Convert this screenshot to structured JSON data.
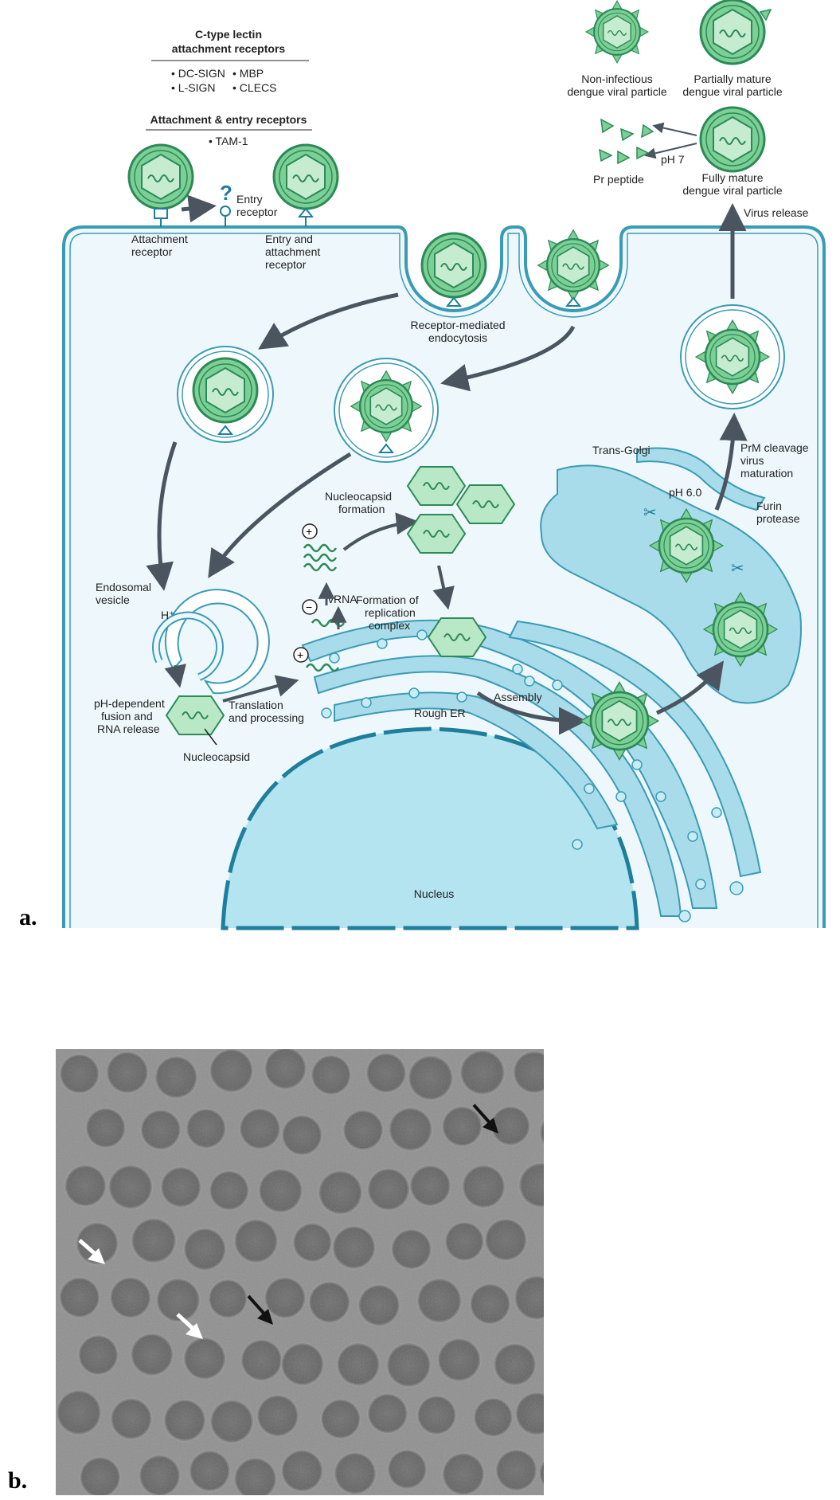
{
  "panel_a": {
    "letter": "a.",
    "header_lectin_title_1": "C-type lectin",
    "header_lectin_title_2": "attachment receptors",
    "lectin_items": [
      "• DC-SIGN",
      "• MBP",
      "• L-SIGN",
      "• CLECS"
    ],
    "header_entry_title": "Attachment & entry receptors",
    "entry_items": [
      "• TAM-1"
    ],
    "labels": {
      "attachment_receptor_1": "Attachment",
      "attachment_receptor_2": "receptor",
      "entry_receptor_1": "Entry",
      "entry_receptor_2": "receptor",
      "question_mark": "?",
      "entry_attach_1": "Entry and",
      "entry_attach_2": "attachment",
      "entry_attach_3": "receptor",
      "rme_1": "Receptor-mediated",
      "rme_2": "endocytosis",
      "endosomal_1": "Endosomal",
      "endosomal_2": "vesicle",
      "h_plus": "H⁺",
      "ph_fusion_1": "pH-dependent",
      "ph_fusion_2": "fusion and",
      "ph_fusion_3": "RNA release",
      "nucleocapsid": "Nucleocapsid",
      "translation_1": "Translation",
      "translation_2": "and processing",
      "nucleocapsid_formation_1": "Nucleocapsid",
      "nucleocapsid_formation_2": "formation",
      "vrna": "vRNA",
      "replication_1": "Formation of",
      "replication_2": "replication",
      "replication_3": "complex",
      "rough_er": "Rough ER",
      "assembly": "Assembly",
      "nucleus": "Nucleus",
      "trans_golgi": "Trans-Golgi",
      "ph6": "pH 6.0",
      "furin_1": "Furin",
      "furin_2": "protease",
      "prm_1": "PrM cleavage",
      "prm_2": "virus",
      "prm_3": "maturation",
      "virus_release": "Virus release",
      "ph7": "pH 7",
      "pr_peptide": "Pr peptide",
      "fully_mature_1": "Fully mature",
      "fully_mature_2": "dengue viral particle",
      "non_infectious_1": "Non-infectious",
      "non_infectious_2": "dengue viral particle",
      "partially_mature_1": "Partially mature",
      "partially_mature_2": "dengue viral particle",
      "plus_sign": "+",
      "minus_sign": "−"
    },
    "colors": {
      "cell_fill": "#eef8fc",
      "cell_stroke": "#3a9bb5",
      "er_fill": "#a9dcea",
      "nucleus_fill": "#b4e4f0",
      "virus_fill": "#7ccf95",
      "virus_inner": "#c6ecd0",
      "virus_stroke": "#2c8a57",
      "arrow": "#4a5560"
    }
  },
  "panel_b": {
    "letter": "b."
  }
}
